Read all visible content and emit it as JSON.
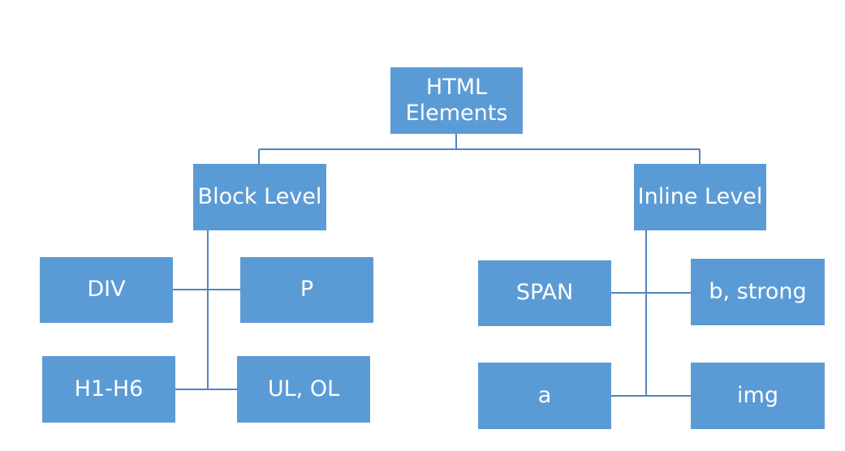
{
  "diagram": {
    "root": "HTML Elements",
    "block": {
      "label": "Block Level",
      "children": [
        "DIV",
        "P",
        "H1-H6",
        "UL, OL"
      ]
    },
    "inline": {
      "label": "Inline Level",
      "children": [
        "SPAN",
        "b, strong",
        "a",
        "img"
      ]
    }
  },
  "colors": {
    "node_fill": "#5b9bd5",
    "connector": "#4f86bd",
    "text": "#ffffff"
  }
}
